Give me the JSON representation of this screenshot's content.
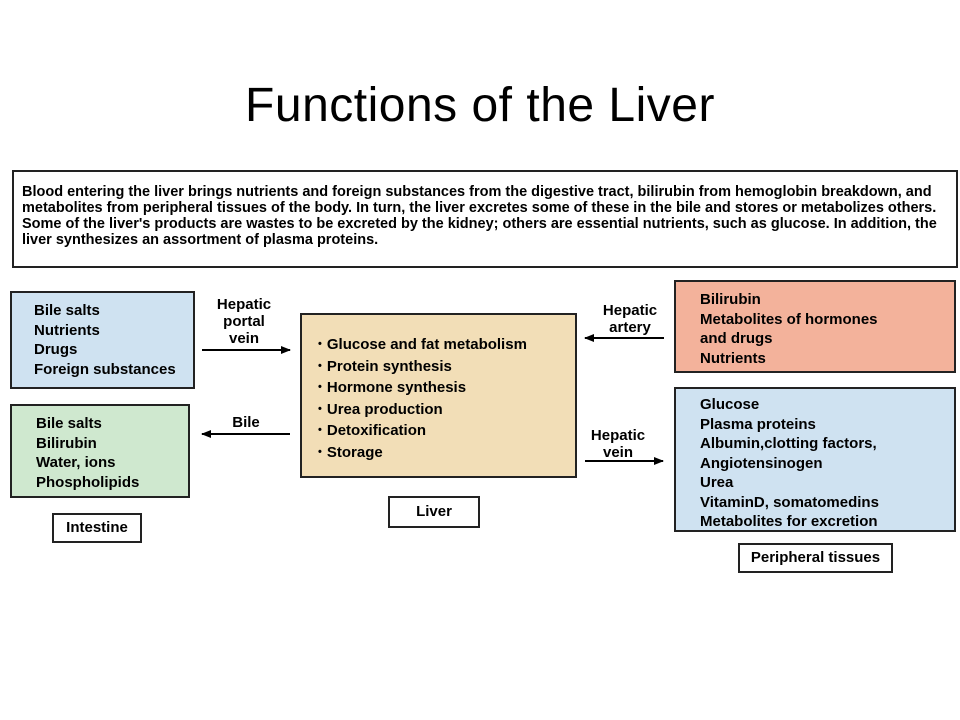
{
  "title": "Functions of the Liver",
  "description": "Blood entering the liver brings nutrients and foreign substances from the digestive tract, bilirubin from hemoglobin breakdown, and metabolites from peripheral tissues of the body.  In turn, the liver excretes some of these in the bile and stores or metabolizes others.  Some of the liver's products are wastes to be excreted by the kidney; others are essential nutrients, such as glucose.  In addition, the liver synthesizes an assortment of plasma proteins.",
  "intestine_input": {
    "items": [
      "Bile salts",
      "Nutrients",
      "Drugs",
      "Foreign substances"
    ]
  },
  "intestine_output": {
    "items": [
      "Bile salts",
      "Bilirubin",
      "Water, ions",
      "Phospholipids"
    ]
  },
  "liver": {
    "functions": [
      "Glucose and fat metabolism",
      "Protein synthesis",
      "Hormone synthesis",
      "Urea production",
      "Detoxification",
      "Storage"
    ]
  },
  "artery_input": {
    "line1": "Bilirubin",
    "line2": "Metabolites of hormones",
    "line3": "and drugs",
    "line4": "Nutrients"
  },
  "vein_output": {
    "line1": "Glucose",
    "line2": "Plasma proteins",
    "line3": "Albumin,clotting factors,",
    "line4": "Angiotensinogen",
    "line5": "Urea",
    "line6": "VitaminD, somatomedins",
    "line7": "Metabolites for excretion"
  },
  "labels": {
    "intestine": "Intestine",
    "liver": "Liver",
    "peripheral": "Peripheral tissues"
  },
  "arrows": {
    "hepatic_portal_1": "Hepatic",
    "hepatic_portal_2": "portal",
    "hepatic_portal_3": "vein",
    "bile": "Bile",
    "hepatic_artery_1": "Hepatic",
    "hepatic_artery_2": "artery",
    "hepatic_vein_1": "Hepatic",
    "hepatic_vein_2": "vein"
  }
}
